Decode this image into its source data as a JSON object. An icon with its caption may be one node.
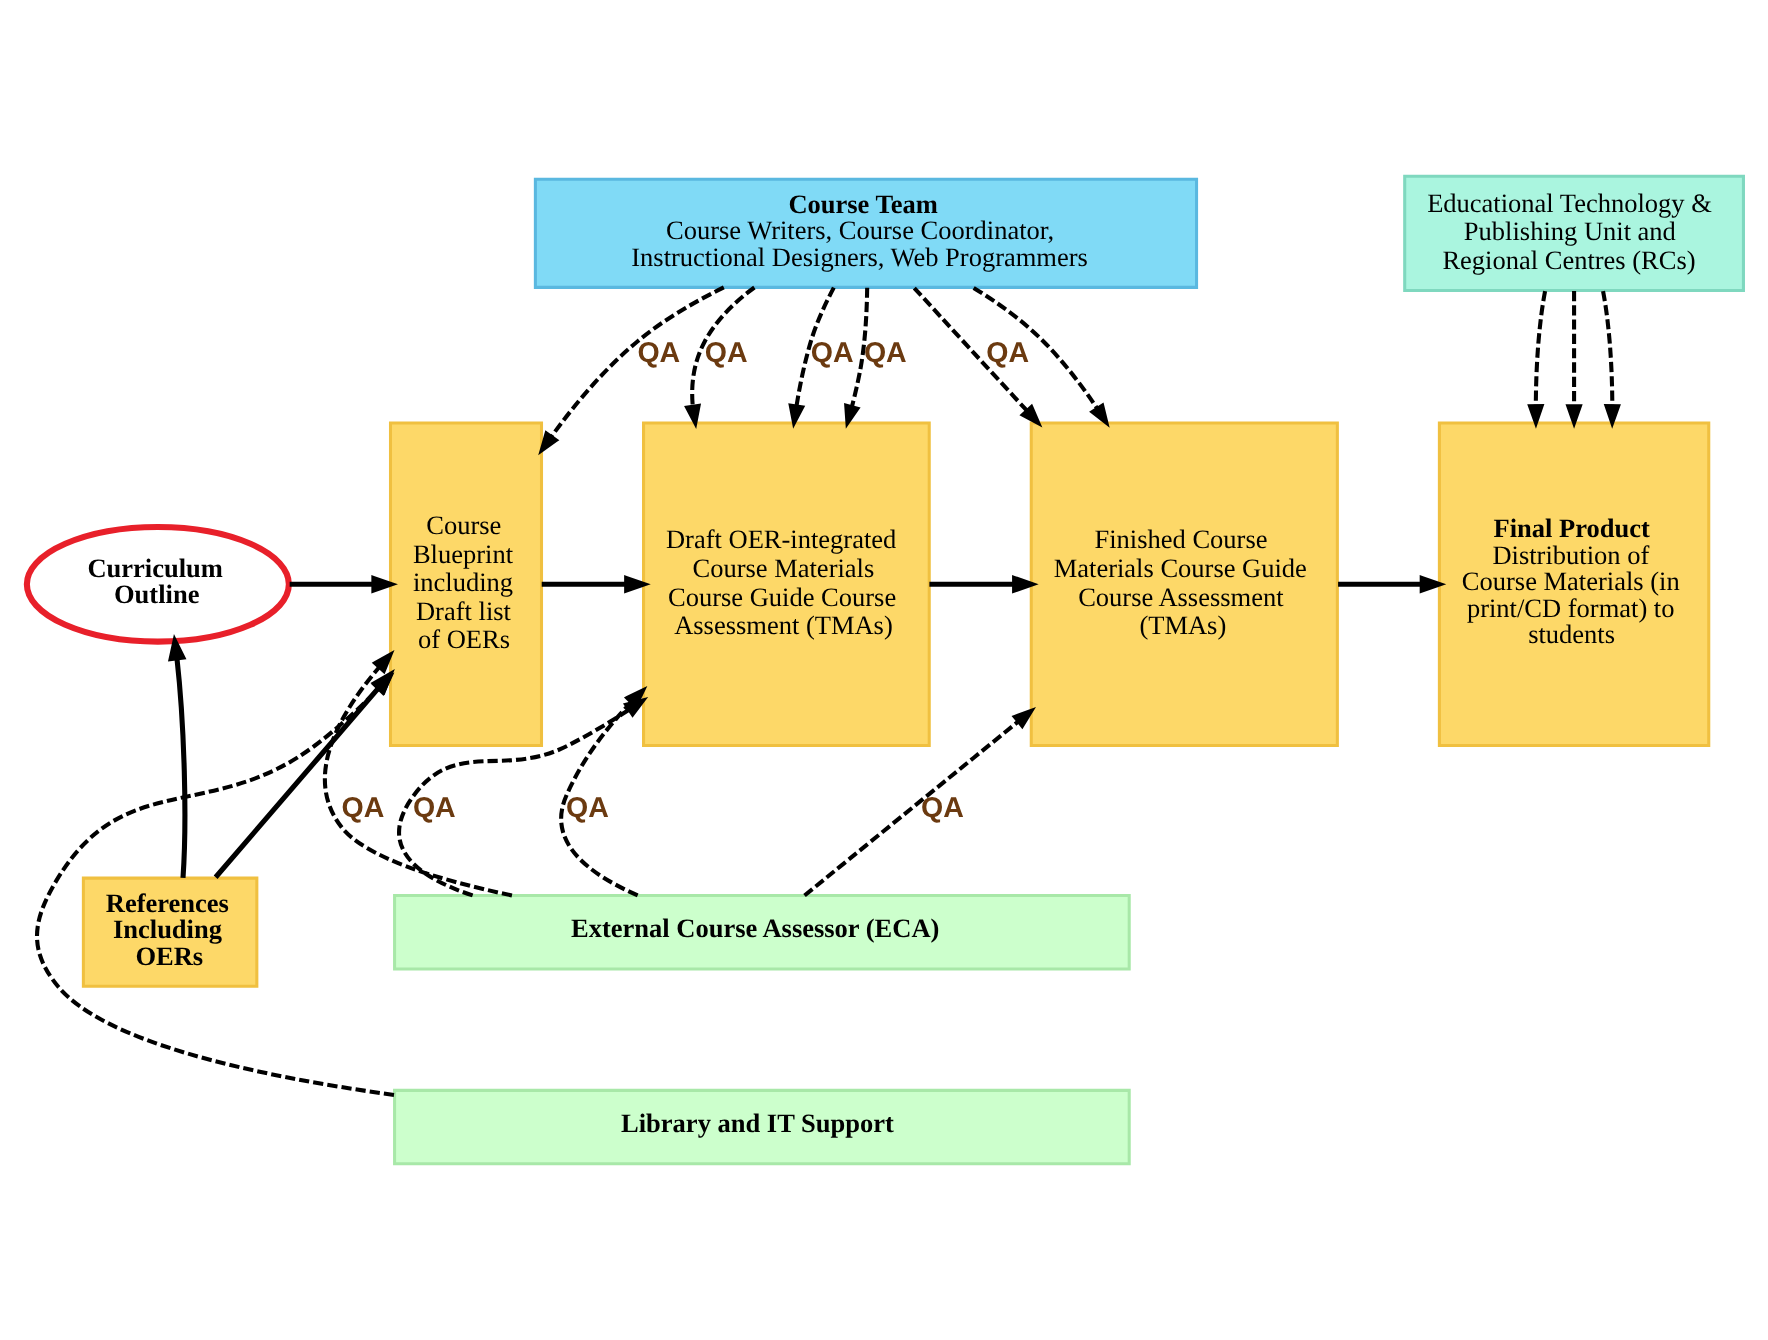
{
  "diagram": {
    "nodes": [
      {
        "text": [
          "Course Team",
          "Course Writers, Course Coordinator, Instructional Designers, Web Programmers"
        ]
      },
      {
        "text": [
          "Educational Technology & Publishing Unit and Regional Centres (RCs)"
        ]
      },
      {
        "text": [
          "Curriculum Outline"
        ]
      },
      {
        "text": [
          "Course Blueprint including Draft list of OERs"
        ]
      },
      {
        "text": [
          "Draft OER-integrated Course Materials Course Guide Course Assessment (TMAs)"
        ]
      },
      {
        "text": [
          "Finished Course Materials Course Guide Course Assessment (TMAs)"
        ]
      },
      {
        "text": [
          "Final Product",
          "Distribution of Course Materials (in print/CD format) to students"
        ]
      },
      {
        "text": [
          "External Course Assessor (ECA)"
        ]
      },
      {
        "text": [
          "Library and IT Support"
        ]
      },
      {
        "text": [
          "References Including OERs"
        ]
      }
    ],
    "edges": [
      {
        "from": 0,
        "to": 3,
        "arrow": "to",
        "style": "dashed",
        "label": "QA"
      },
      {
        "from": 0,
        "to": 4,
        "arrow": "to",
        "style": "dashed",
        "label": "QA"
      },
      {
        "from": 0,
        "to": 4,
        "arrow": "to",
        "style": "dashed",
        "label": "QA"
      },
      {
        "from": 0,
        "to": 4,
        "arrow": "to",
        "style": "dashed",
        "label": "QA"
      },
      {
        "from": 0,
        "to": 5,
        "arrow": "to",
        "style": "dashed",
        "label": "QA"
      },
      {
        "from": 0,
        "to": 5,
        "arrow": "to",
        "style": "dashed"
      },
      {
        "from": 1,
        "to": 6,
        "arrow": "to",
        "style": "dashed"
      },
      {
        "from": 1,
        "to": 6,
        "arrow": "to",
        "style": "dashed"
      },
      {
        "from": 1,
        "to": 6,
        "arrow": "to",
        "style": "dashed"
      },
      {
        "from": 2,
        "to": 3,
        "arrow": "to"
      },
      {
        "from": 3,
        "to": 4,
        "arrow": "to"
      },
      {
        "from": 4,
        "to": 5,
        "arrow": "to"
      },
      {
        "from": 5,
        "to": 6,
        "arrow": "to"
      },
      {
        "from": 9,
        "to": 2,
        "arrow": "to"
      },
      {
        "from": 9,
        "to": 3,
        "arrow": "to"
      },
      {
        "from": 7,
        "to": 3,
        "arrow": "to",
        "style": "dashed",
        "label": "QA"
      },
      {
        "from": 7,
        "to": 4,
        "arrow": "to",
        "style": "dashed",
        "label": "QA"
      },
      {
        "from": 7,
        "to": 4,
        "arrow": "to",
        "style": "dashed",
        "label": "QA"
      },
      {
        "from": 7,
        "to": 5,
        "arrow": "to",
        "style": "dashed",
        "label": "QA"
      },
      {
        "from": 8,
        "to": 3,
        "arrow": "to",
        "style": "dashed"
      }
    ]
  }
}
